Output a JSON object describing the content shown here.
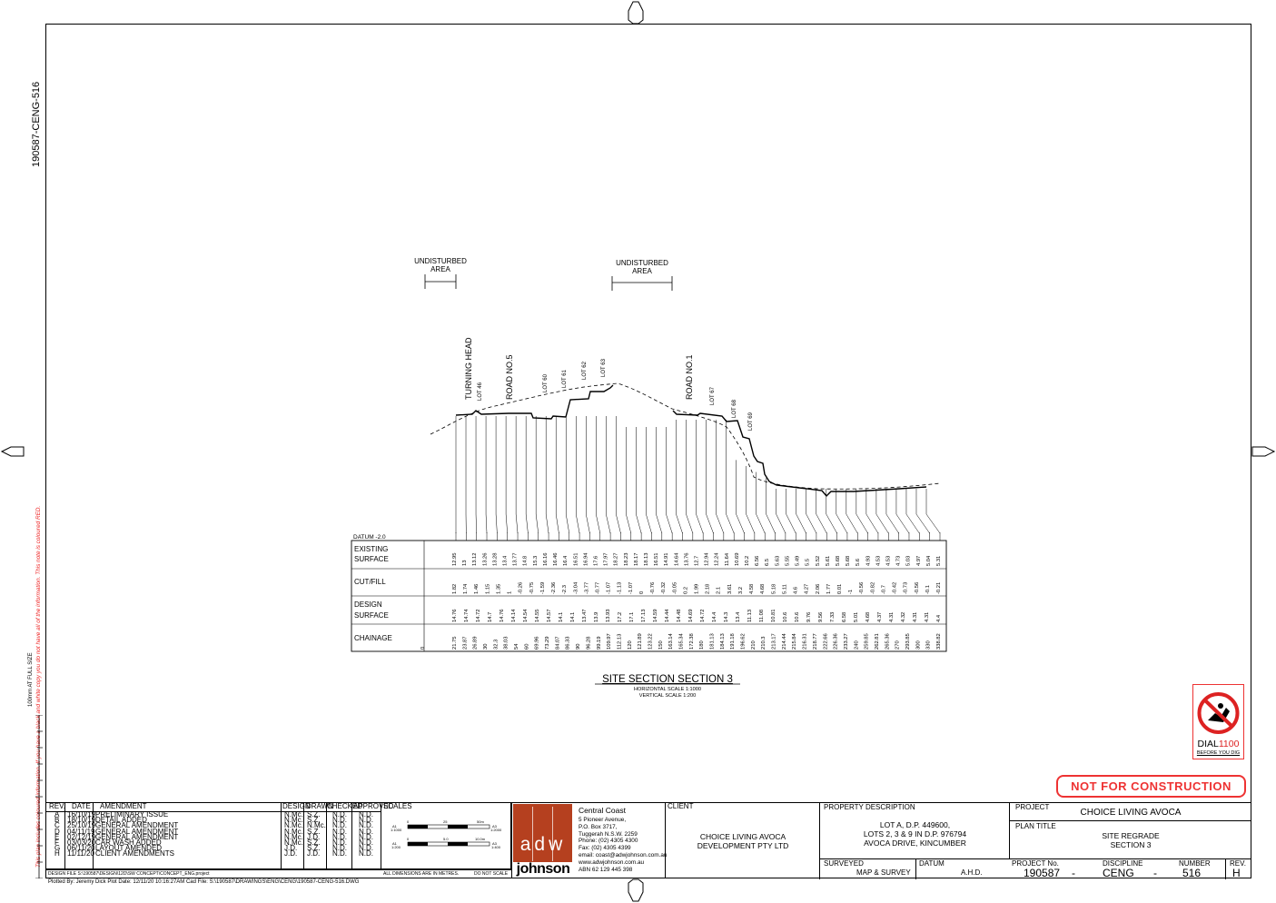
{
  "drawing_id": "190587-CENG-516",
  "side_notes": {
    "red_note": "This plan includes coloured information. If you have a black and white copy you do not have all of the information. This note is coloured RED.",
    "scale_note": "100mm AT FULL SIZE"
  },
  "section": {
    "labels": {
      "undisturbed1": [
        "UNDISTURBED",
        "AREA"
      ],
      "undisturbed2": [
        "UNDISTURBED",
        "AREA"
      ],
      "turning_head": "TURNING HEAD",
      "lot46": "LOT 46",
      "road5": "ROAD NO.5",
      "lot60": "LOT 60",
      "lot61": "LOT 61",
      "lot62": "LOT 62",
      "lot63": "LOT 63",
      "road1": "ROAD NO.1",
      "lot67": "LOT 67",
      "lot68": "LOT 68",
      "lot69": "LOT 69"
    },
    "datum": "DATUM -2.0",
    "row_headers": {
      "existing": [
        "EXISTING",
        "SURFACE"
      ],
      "cutfill": "CUT/FILL",
      "design": [
        "DESIGN",
        "SURFACE"
      ],
      "chainage": "CHAINAGE"
    },
    "existing_values": [
      "12.95",
      "13",
      "13.12",
      "13.26",
      "13.28",
      "13.4",
      "13.77",
      "14.8",
      "15.3",
      "16.16",
      "16.46",
      "16.4",
      "16.51",
      "16.94",
      "17.6",
      "17.97",
      "18.27",
      "18.23",
      "18.17",
      "18.13",
      "16.51",
      "14.91",
      "14.64",
      "13.76",
      "12.7",
      "12.94",
      "12.24",
      "11.64",
      "10.69",
      "10.2",
      "6.56",
      "6.5",
      "5.63",
      "5.55",
      "5.49",
      "5.5",
      "5.52",
      "5.61",
      "5.68",
      "5.68",
      "5.6",
      "4.93",
      "4.53",
      "4.53",
      "4.73",
      "5.03",
      "4.97",
      "5.04",
      "5.31"
    ],
    "cutfill_values": [
      "1.82",
      "1.74",
      "1.46",
      "1.15",
      "1.35",
      "1",
      "-0.26",
      "-0.75",
      "-1.59",
      "-2.36",
      "-2.3",
      "-3.04",
      "-3.77",
      "-0.77",
      "-1.07",
      "-1.13",
      "-1.07",
      "0",
      "-0.76",
      "-0.32",
      "-0.05",
      "0.2",
      "1.99",
      "2.18",
      "2.1",
      "3.61",
      "3.2",
      "4.58",
      "4.68",
      "5.18",
      "5.11",
      "4.6",
      "4.27",
      "2.06",
      "1.77",
      "0.01",
      "-1",
      "-0.56",
      "-0.82",
      "-0.7",
      "-0.42",
      "-0.73",
      "-0.56",
      "-0.1",
      "-0.21"
    ],
    "design_values": [
      "14.76",
      "14.74",
      "14.72",
      "14.7",
      "14.76",
      "14.14",
      "14.54",
      "14.55",
      "14.57",
      "14.1",
      "14.1",
      "13.47",
      "13.9",
      "13.93",
      "17.2",
      "17.1",
      "17.13",
      "14.59",
      "14.44",
      "14.48",
      "14.69",
      "14.72",
      "14.4",
      "14.3",
      "13.4",
      "11.13",
      "11.08",
      "10.81",
      "10.6",
      "10.6",
      "9.76",
      "9.56",
      "7.33",
      "6.58",
      "5.01",
      "4.68",
      "4.37",
      "4.31",
      "4.32",
      "4.31",
      "4.31",
      "4.4"
    ],
    "chainage_values": [
      "0",
      "21.75",
      "23.87",
      "26.89",
      "30",
      "32.3",
      "38.03",
      "54",
      "60",
      "69.96",
      "73.29",
      "84.07",
      "86.33",
      "90",
      "96.28",
      "99.19",
      "109.97",
      "112.13",
      "120",
      "121.89",
      "123.22",
      "150",
      "163.14",
      "165.34",
      "172.38",
      "180",
      "181.13",
      "184.13",
      "191.18",
      "196.62",
      "210",
      "210.3",
      "213.17",
      "214.44",
      "215.84",
      "216.31",
      "218.77",
      "222.66",
      "226.36",
      "233.27",
      "240",
      "259.85",
      "262.81",
      "265.36",
      "270",
      "293.85",
      "300",
      "330",
      "338.82"
    ],
    "title": "SITE SECTION SECTION 3",
    "hscale": "HORIZONTAL SCALE 1:1000",
    "vscale": "VERTICAL SCALE 1:200"
  },
  "dial": {
    "dial": "DIAL",
    "number": "1100",
    "tagline": "BEFORE YOU DIG"
  },
  "not_for_construction": "NOT FOR CONSTRUCTION",
  "amendments": {
    "headers": {
      "rev": "REV.",
      "date": "DATE",
      "amendment": "AMENDMENT",
      "design": "DESIGN",
      "drawn": "DRAWN",
      "checked": "CHECKED",
      "approved": "APPROVED",
      "scales": "SCALES"
    },
    "rows": [
      {
        "rev": "A",
        "date": "16/10/19",
        "amendment": "PRELIMINARY ISSUE",
        "design": "N.Mc.",
        "drawn": "S.Z.",
        "checked": "N.D.",
        "approved": "N.D."
      },
      {
        "rev": "B",
        "date": "18/10/19",
        "amendment": "DETAIL ADDED",
        "design": "N.Mc.",
        "drawn": "S.Z.",
        "checked": "N.D.",
        "approved": "N.D."
      },
      {
        "rev": "C",
        "date": "25/10/19",
        "amendment": "GENERAL AMENDMENT",
        "design": "N.Mc.",
        "drawn": "N.Mc.",
        "checked": "N.D.",
        "approved": "N.D."
      },
      {
        "rev": "D",
        "date": "04/11/19",
        "amendment": "GENERAL AMENDMENT",
        "design": "N.Mc.",
        "drawn": "S.Z.",
        "checked": "N.D.",
        "approved": "N.D."
      },
      {
        "rev": "E",
        "date": "02/12/19",
        "amendment": "GENERAL AMENDMENT",
        "design": "N.Mc.",
        "drawn": "J.D.",
        "checked": "N.D.",
        "approved": "N.D."
      },
      {
        "rev": "F",
        "date": "03/03/20",
        "amendment": "CAR WASH ADDED",
        "design": "N.Mc.",
        "drawn": "S.Z.",
        "checked": "N.D.",
        "approved": "N.D."
      },
      {
        "rev": "G",
        "date": "06/11/20",
        "amendment": "LAYOUT AMENDED",
        "design": "J.D.",
        "drawn": "S.Z.",
        "checked": "N.D.",
        "approved": "N.D."
      },
      {
        "rev": "H",
        "date": "11/11/20",
        "amendment": "CLIENT AMENDMENTS",
        "design": "J.D.",
        "drawn": "J.D.",
        "checked": "N.D.",
        "approved": "N.D."
      }
    ],
    "design_file": "DESIGN FILE  S:\\190587\\DESIGN\\12D\\SW CONCEPT\\CONCEPT_ENG.project",
    "dims_note": "ALL DIMENSIONS ARE IN METRES.",
    "do_not_scale": "DO NOT SCALE",
    "scale_bars": [
      {
        "a": "A1",
        "r1": "1:1000",
        "a3": "A3",
        "r3": "1:2000",
        "t0": "0",
        "t1": "25",
        "t2": "50m"
      },
      {
        "a": "A1",
        "r1": "1:200",
        "a3": "A3",
        "r3": "1:400",
        "t0": "0",
        "t1": "5.0",
        "t2": "10.0m"
      }
    ]
  },
  "company": {
    "logo_top": "adw",
    "logo_bottom": "johnson",
    "office": "Central Coast",
    "address": [
      "5 Pioneer Avenue,",
      "P.O. Box 3717,",
      "Tuggerah N.S.W. 2259",
      "Phone: (02) 4305 4300",
      "Fax:   (02) 4305 4399",
      "email: coast@adwjohnson.com.au",
      "www.adwjohnson.com.au",
      "ABN  62 129 445 398"
    ]
  },
  "client": {
    "label": "CLIENT",
    "name": [
      "CHOICE LIVING AVOCA",
      "DEVELOPMENT PTY LTD"
    ]
  },
  "property": {
    "label": "PROPERTY DESCRIPTION",
    "lines": [
      "LOT A, D.P. 449600,",
      "LOTS 2, 3 & 9 IN D.P. 976794",
      "AVOCA DRIVE, KINCUMBER"
    ]
  },
  "surveyed": {
    "label": "SURVEYED",
    "value": "MAP & SURVEY"
  },
  "datum_box": {
    "label": "DATUM",
    "value": "A.H.D."
  },
  "project": {
    "label": "PROJECT",
    "value": "CHOICE LIVING AVOCA"
  },
  "plan_title": {
    "label": "PLAN TITLE",
    "lines": [
      "SITE REGRADE",
      "SECTION 3"
    ]
  },
  "numbers": {
    "project_no_label": "PROJECT No.",
    "project_no": "190587",
    "discipline_label": "DISCIPLINE",
    "discipline": "CENG",
    "number_label": "NUMBER",
    "number": "516",
    "rev_label": "REV.",
    "rev": "H",
    "dash": "-"
  },
  "plot_line": "Plotted By:  Jeremy Dick   Plot Date: 12/11/20 10:16:27AM   Cad File:  S:\\190587\\DRAWINGS\\ENG\\CENG\\190587-CENG-516.DWG"
}
